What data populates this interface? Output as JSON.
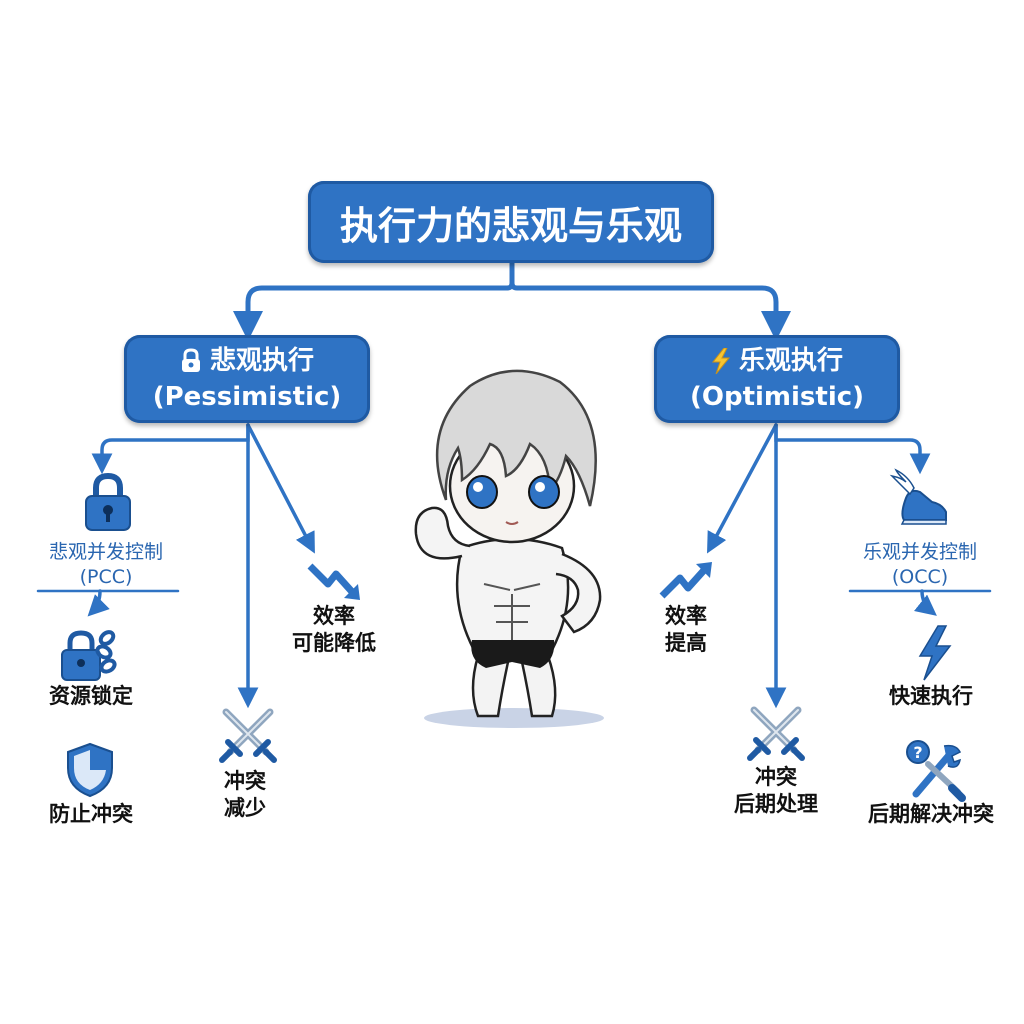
{
  "title": "执行力的悲观与乐观",
  "pessimistic": {
    "label": "悲观执行",
    "sub": "(Pessimistic)",
    "pcc": {
      "name": "悲观并发控制",
      "abbr": "(PCC)"
    },
    "lock_resources": "资源锁定",
    "prevent_conflict": "防止冲突",
    "efficiency": [
      "效率",
      "可能降低"
    ],
    "conflict": [
      "冲突",
      "减少"
    ]
  },
  "optimistic": {
    "label": "乐观执行",
    "sub": "(Optimistic)",
    "occ": {
      "name": "乐观并发控制",
      "abbr": "(OCC)"
    },
    "fast_execution": "快速执行",
    "resolve_later": "后期解决冲突",
    "efficiency": [
      "效率",
      "提高"
    ],
    "conflict": [
      "冲突",
      "后期处理"
    ]
  },
  "colors": {
    "primary": "#2f73c4",
    "primary_dark": "#1f5aa3",
    "text": "#111111"
  },
  "icons": [
    "lock-icon",
    "lightning-icon",
    "padlock-icon",
    "lock-chain-icon",
    "shield-icon",
    "arrow-down-trend-icon",
    "arrow-up-trend-icon",
    "crossed-swords-icon",
    "winged-shoe-icon",
    "tools-icon",
    "muscular-chibi-character"
  ]
}
